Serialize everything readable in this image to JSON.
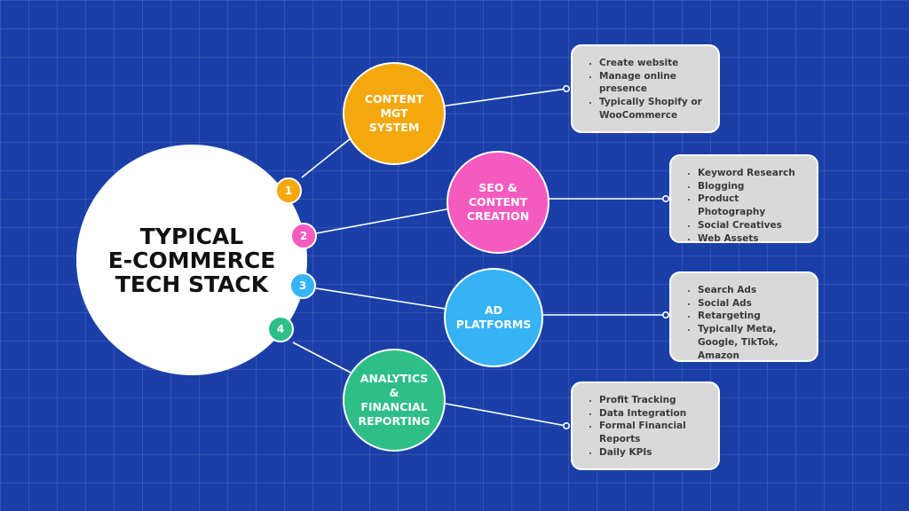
{
  "hub": {
    "title": "TYPICAL\nE-COMMERCE\nTECH STACK"
  },
  "colors": {
    "background": "#1a3fa8",
    "content_mgt": "#f5a80e",
    "seo": "#f55bbf",
    "ads": "#36b3f5",
    "analytics": "#2dbf87"
  },
  "items": [
    {
      "number": "1",
      "title": "CONTENT\nMGT\nSYSTEM",
      "bullets": [
        "Create website",
        "Manage online presence",
        "Typically Shopify or WooCommerce"
      ]
    },
    {
      "number": "2",
      "title": "SEO &\nCONTENT\nCREATION",
      "bullets": [
        "Keyword Research",
        "Blogging",
        "Product Photography",
        "Social Creatives",
        "Web Assets"
      ]
    },
    {
      "number": "3",
      "title": "AD\nPLATFORMS",
      "bullets": [
        "Search Ads",
        "Social Ads",
        "Retargeting",
        "Typically Meta, Google, TikTok, Amazon"
      ]
    },
    {
      "number": "4",
      "title": "ANALYTICS\n&\nFINANCIAL\nREPORTING",
      "bullets": [
        "Profit Tracking",
        "Data Integration",
        "Formal Financial Reports",
        "Daily KPIs"
      ]
    }
  ]
}
